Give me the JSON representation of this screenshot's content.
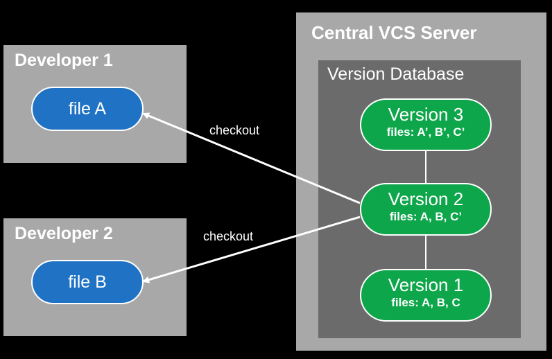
{
  "developer1": {
    "title": "Developer 1",
    "file": "file A"
  },
  "developer2": {
    "title": "Developer 2",
    "file": "file B"
  },
  "server": {
    "title": "Central VCS Server",
    "database": {
      "title": "Version Database",
      "versions": [
        {
          "name": "Version 3",
          "files": "files: A’, B’, C’"
        },
        {
          "name": "Version 2",
          "files": "files: A, B, C’"
        },
        {
          "name": "Version 1",
          "files": "files: A, B, C"
        }
      ]
    }
  },
  "edges": [
    {
      "label": "checkout",
      "from": "Version 2",
      "to": "file A"
    },
    {
      "label": "checkout",
      "from": "Version 2",
      "to": "file B"
    }
  ],
  "colors": {
    "background": "#000000",
    "panel": "#a8a8a8",
    "database": "#6b6b6b",
    "file_node": "#1f72c4",
    "version_node": "#0ea64a",
    "text": "#ffffff"
  }
}
